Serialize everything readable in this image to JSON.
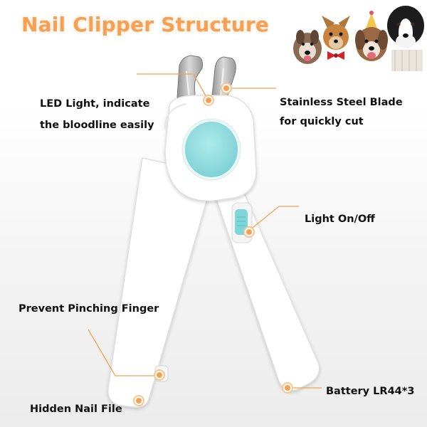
{
  "title": "Nail Clipper Structure",
  "photo": {
    "subject": "dogs-photo"
  },
  "labels": {
    "led_line1": "LED Light, indicate",
    "led_line2": "the bloodline easily",
    "blade_line1": "Stainless Steel Blade",
    "blade_line2": "for quickly cut",
    "light_switch": "Light On/Off",
    "prevent_pinching": "Prevent Pinching Finger",
    "battery": "Battery LR44*3",
    "nail_file": "Hidden Nail File"
  },
  "colors": {
    "title": "#f5a052",
    "callout": "#f5a052",
    "body": "#ffffff",
    "button": "#8fdcdf",
    "blade": "#b9b9b9"
  }
}
